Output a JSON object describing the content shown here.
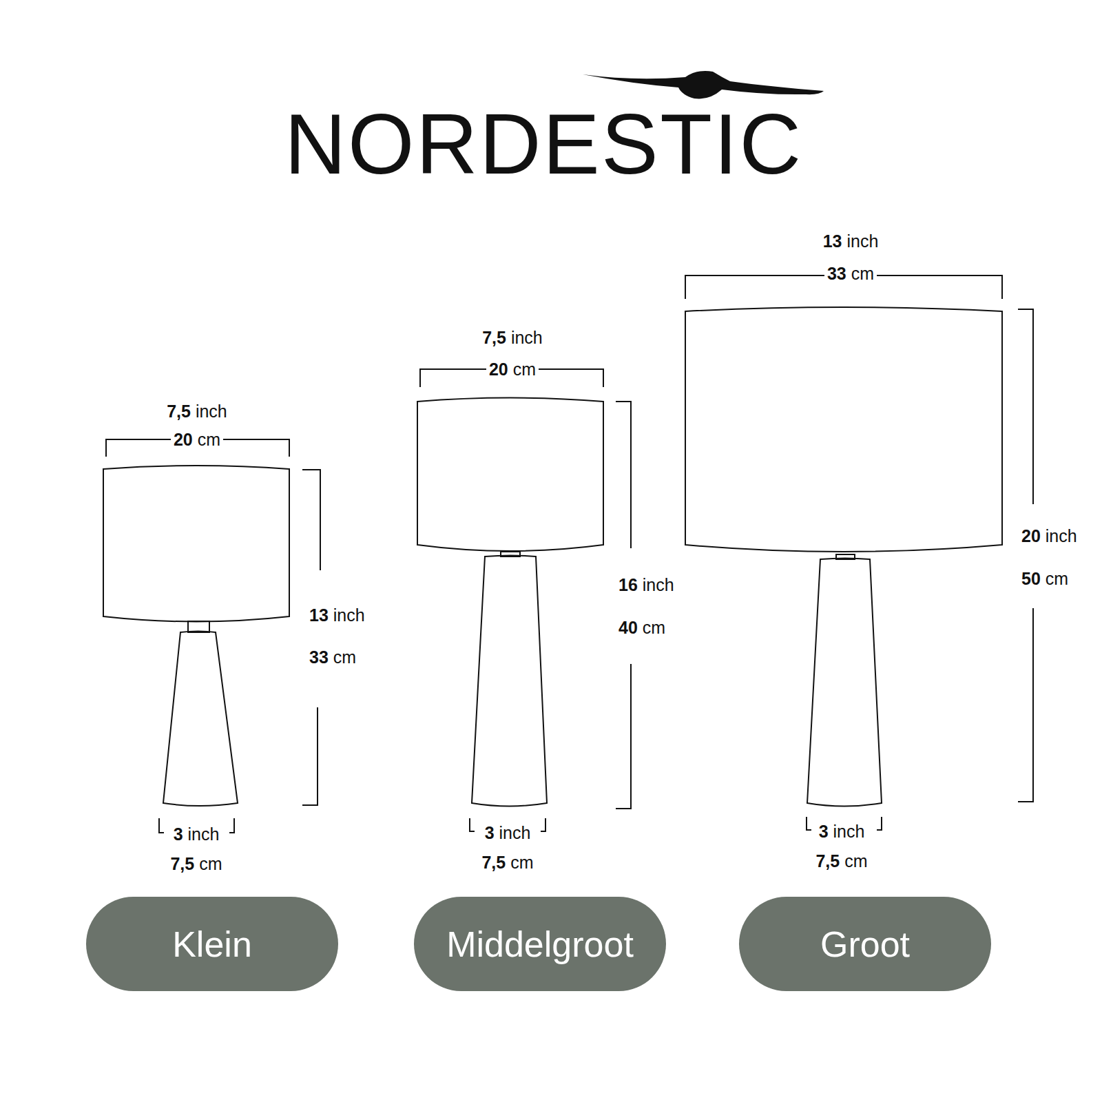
{
  "diagram": {
    "title": "NORDESTIC",
    "nodes": [
      {
        "text": [
          "Klein"
        ]
      },
      {
        "text": [
          "Middelgroot"
        ]
      },
      {
        "text": [
          "Groot"
        ]
      }
    ],
    "labels": [
      "7,5 inch",
      "20 cm",
      "13 inch",
      "33 cm",
      "3 inch",
      "7,5 cm",
      "7,5 inch",
      "20 cm",
      "16 inch",
      "40 cm",
      "3 inch",
      "7,5 cm",
      "13 inch",
      "33 cm",
      "20 inch",
      "50 cm",
      "3 inch",
      "7,5 cm"
    ]
  }
}
